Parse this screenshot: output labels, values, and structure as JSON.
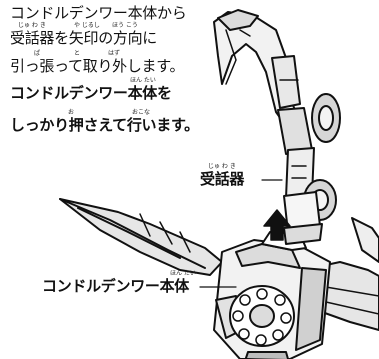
{
  "instructions": {
    "line1": {
      "text": "コンドルデンワー本体から"
    },
    "line2": {
      "text": "受話器を矢印の方向に",
      "ruby_juwaki": "じゅ わ き",
      "ruby_yajirushi": "や じるし",
      "ruby_houkou": "ほう こう"
    },
    "line3": {
      "text": "引っ張って取り外します。",
      "ruby_ha": "ぱ",
      "ruby_to": "と",
      "ruby_hazu": "はず"
    },
    "line4": {
      "text": "コンドルデンワー本体を",
      "ruby_hontai": "ほん たい"
    },
    "line5": {
      "text": "しっかり押さえて行います。",
      "ruby_o": "お",
      "ruby_okona": "おこな"
    }
  },
  "labels": {
    "receiver": {
      "text": "受話器",
      "ruby": "じゅ わ き"
    },
    "body": {
      "text": "コンドルデンワー本体",
      "ruby": "ほん たい"
    }
  },
  "arrow": {
    "direction": "up"
  },
  "colors": {
    "ink": "#111111",
    "fill_light": "#f2f2f2",
    "fill_mid": "#dcdcdc",
    "fill_dark": "#bdbdbd"
  }
}
